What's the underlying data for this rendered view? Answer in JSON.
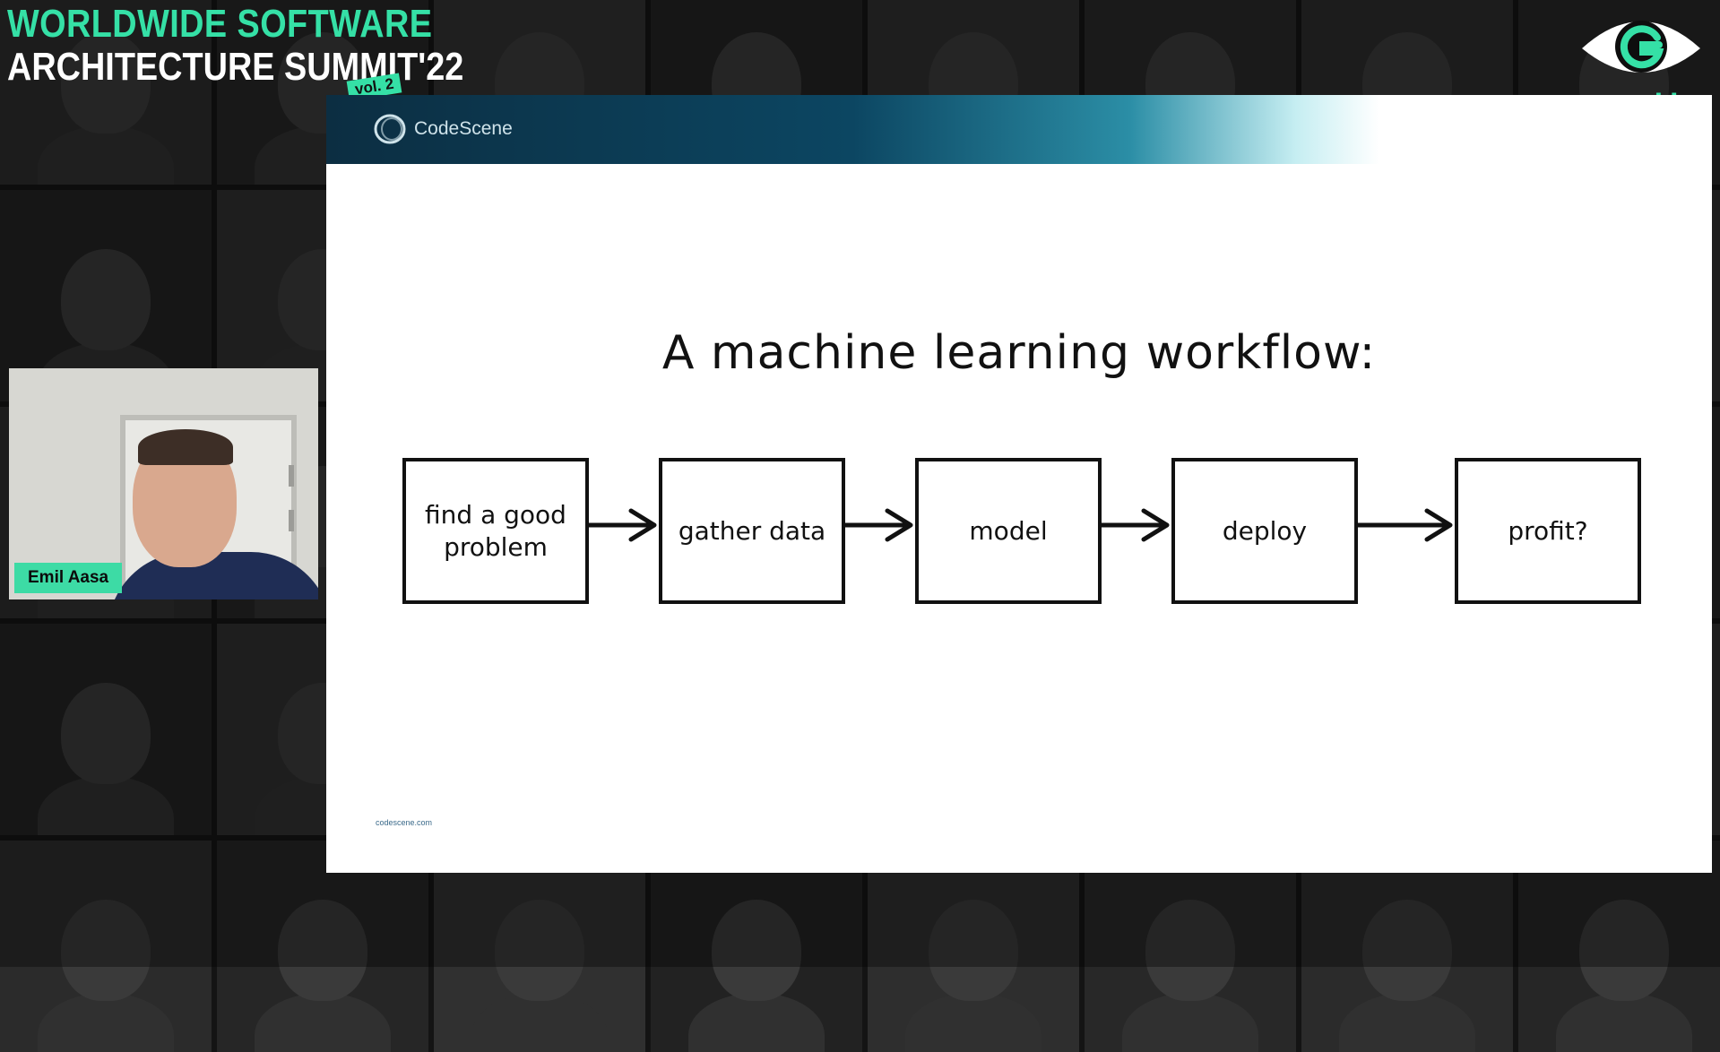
{
  "event": {
    "title_line1": "WORLDWIDE SOFTWARE",
    "title_line2": "ARCHITECTURE SUMMIT'22",
    "volume": "vol. 2"
  },
  "organizer": {
    "logo_text": "geekle",
    "bracket_left": "<",
    "bracket_right": ">",
    "accent_color": "#35e0a6"
  },
  "speaker": {
    "name": "Emil Aasa",
    "label_color": "#3ddba5"
  },
  "slide": {
    "brand": "CodeScene",
    "title": "A machine learning workflow:",
    "footer": "codescene.com",
    "steps": [
      {
        "label": "find a good problem"
      },
      {
        "label": "gather data"
      },
      {
        "label": "model"
      },
      {
        "label": "deploy"
      },
      {
        "label": "profit?"
      }
    ]
  }
}
